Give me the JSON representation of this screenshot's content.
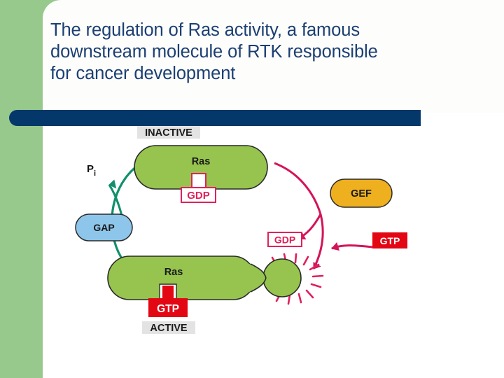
{
  "slide": {
    "title": "The regulation of Ras activity, a famous\ndownstream molecule of RTK responsible\nfor cancer development",
    "title_color": "#1b3f73",
    "accent_bar_color": "#04386b",
    "sidebar_color": "#97c98d"
  },
  "diagram": {
    "name": "ras-gtpase-cycle",
    "state_labels": {
      "inactive": "INACTIVE",
      "active": "ACTIVE",
      "state_label_bg": "#e3e3e3"
    },
    "nodes": {
      "ras_inactive": {
        "label": "Ras",
        "fill": "#96c44f",
        "stroke": "#2a2a2a"
      },
      "ras_active": {
        "label": "Ras",
        "fill": "#96c44f",
        "stroke": "#2a2a2a"
      },
      "gap": {
        "label": "GAP",
        "fill": "#8dc6ea",
        "stroke": "#2a2a2a"
      },
      "gef": {
        "label": "GEF",
        "fill": "#eeb01e",
        "stroke": "#2a2a2a"
      }
    },
    "nucleotides": {
      "gdp_bound": {
        "label": "GDP",
        "style": "outline",
        "fill": "#ffffff",
        "stroke": "#e0215b",
        "text_color": "#e0215b"
      },
      "gtp_bound": {
        "label": "GTP",
        "style": "solid",
        "fill": "#e30613",
        "stroke": "#e30613",
        "text_color": "#ffffff"
      },
      "gdp_free": {
        "label": "GDP",
        "style": "outline",
        "fill": "#ffffff",
        "stroke": "#e0215b",
        "text_color": "#e0215b"
      },
      "gtp_free": {
        "label": "GTP",
        "style": "solid",
        "fill": "#e30613",
        "stroke": "#e30613",
        "text_color": "#ffffff"
      }
    },
    "annotations": {
      "pi": "P",
      "pi_subscript": "i",
      "pi_color": "#111111"
    },
    "arrows": {
      "hydrolysis_color": "#11906b",
      "exchange_color": "#d4145a",
      "spark_color": "#e0215b"
    }
  }
}
